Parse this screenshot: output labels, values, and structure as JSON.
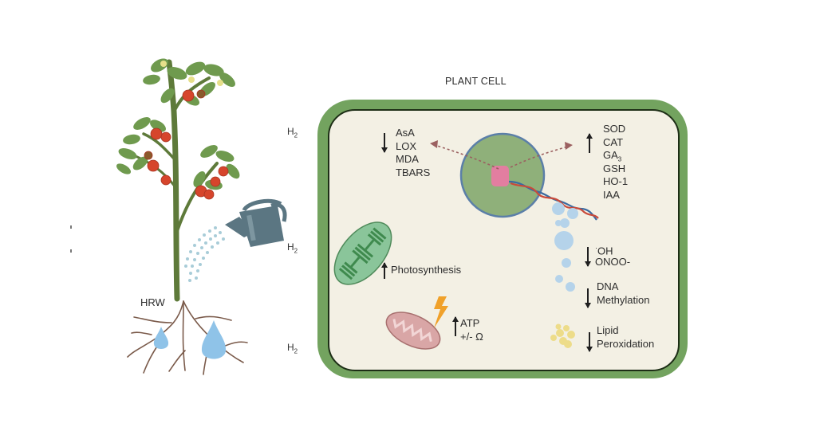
{
  "figure": {
    "cell_title": "PLANT CELL",
    "hrw_label": "HRW",
    "h2_labels": [
      "H₂",
      "H₂",
      "H₂"
    ],
    "h2_base": "H",
    "h2_sub": "2"
  },
  "cell": {
    "decreased_group_top": {
      "direction": "down",
      "items": [
        "AsA",
        "LOX",
        "MDA",
        "TBARS"
      ]
    },
    "increased_group_top": {
      "direction": "up",
      "items": [
        "SOD",
        "CAT",
        "GA",
        "GSH",
        "HO-1",
        "IAA"
      ],
      "subscripts": {
        "GA": "3"
      }
    },
    "photosynthesis": {
      "direction": "up",
      "label": "Photosynthesis"
    },
    "mitochondria": {
      "direction": "up",
      "lines": [
        "ATP",
        "+/- Ω"
      ]
    },
    "ros": {
      "direction": "down",
      "lines": [
        "·OH",
        "ONOO-"
      ],
      "radical_dot": "·",
      "oh": "OH"
    },
    "dna_methylation": {
      "direction": "down",
      "lines": [
        "DNA",
        "Methylation"
      ]
    },
    "lipid_peroxidation": {
      "direction": "down",
      "lines": [
        "Lipid",
        "Peroxidation"
      ]
    }
  },
  "colors": {
    "cell_wall": "#73a35f",
    "cytoplasm": "#f3f0e4",
    "nucleus_fill": "#8fb07a",
    "nucleus_border": "#5b7fa8",
    "chloroplast": "#8ac59a",
    "mitochondria": "#d9a6a6",
    "water": "#8fc3e8",
    "tomato": "#d6452c",
    "leaf": "#6f9a4e",
    "can": "#5b7682"
  }
}
